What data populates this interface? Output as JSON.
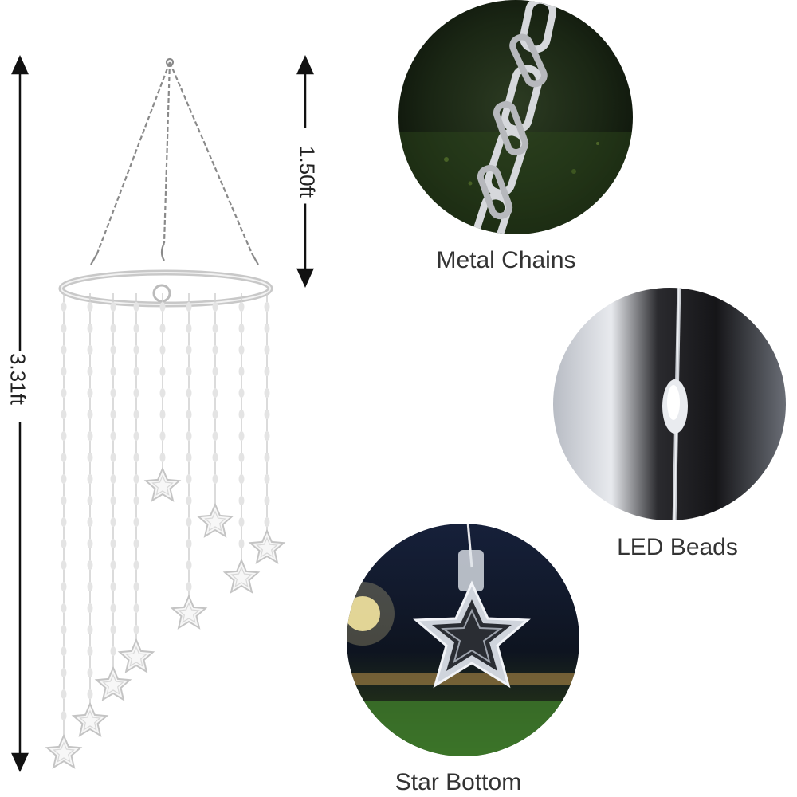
{
  "dimensions": {
    "total_height": "3.31ft",
    "chain_length": "1.50ft"
  },
  "callouts": {
    "chains": "Metal Chains",
    "beads": "LED Beads",
    "star": "Star Bottom"
  },
  "colors": {
    "background": "#ffffff",
    "text": "#333333",
    "wire": "#cfcfcf",
    "bead": "#e4e4e4"
  }
}
